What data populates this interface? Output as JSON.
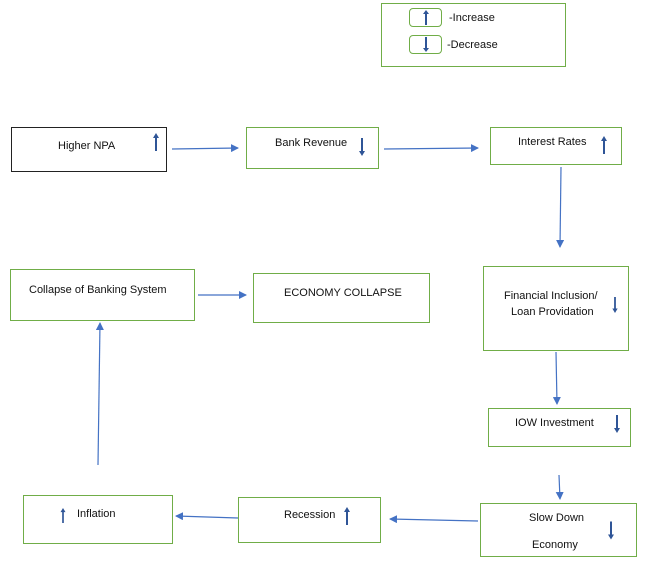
{
  "legend": {
    "increase_label": "-Increase",
    "decrease_label": "-Decrease",
    "increase_icon": "arrow-up-icon",
    "decrease_icon": "arrow-down-icon"
  },
  "nodes": {
    "higher_npa": {
      "label": "Higher NPA",
      "direction": "up"
    },
    "bank_revenue": {
      "label": "Bank Revenue",
      "direction": "down"
    },
    "interest_rates": {
      "label": "Interest Rates",
      "direction": "up"
    },
    "financial_inclusion": {
      "line1": "Financial Inclusion/",
      "line2": "Loan Providation",
      "direction": "down"
    },
    "low_investment": {
      "label": "IOW  Investment",
      "direction": "down"
    },
    "slow_down": {
      "line1": "Slow Down",
      "line2": "Economy",
      "direction": "down"
    },
    "recession": {
      "label": "Recession",
      "direction": "up"
    },
    "inflation": {
      "label": "Inflation",
      "direction": "up"
    },
    "collapse_banking": {
      "label": "Collapse of Banking System"
    },
    "economy_collapse": {
      "label": "ECONOMY COLLAPSE"
    }
  },
  "colors": {
    "box_border": "#70ad47",
    "arrow": "#4472c4",
    "indicator": "#2f5597"
  }
}
